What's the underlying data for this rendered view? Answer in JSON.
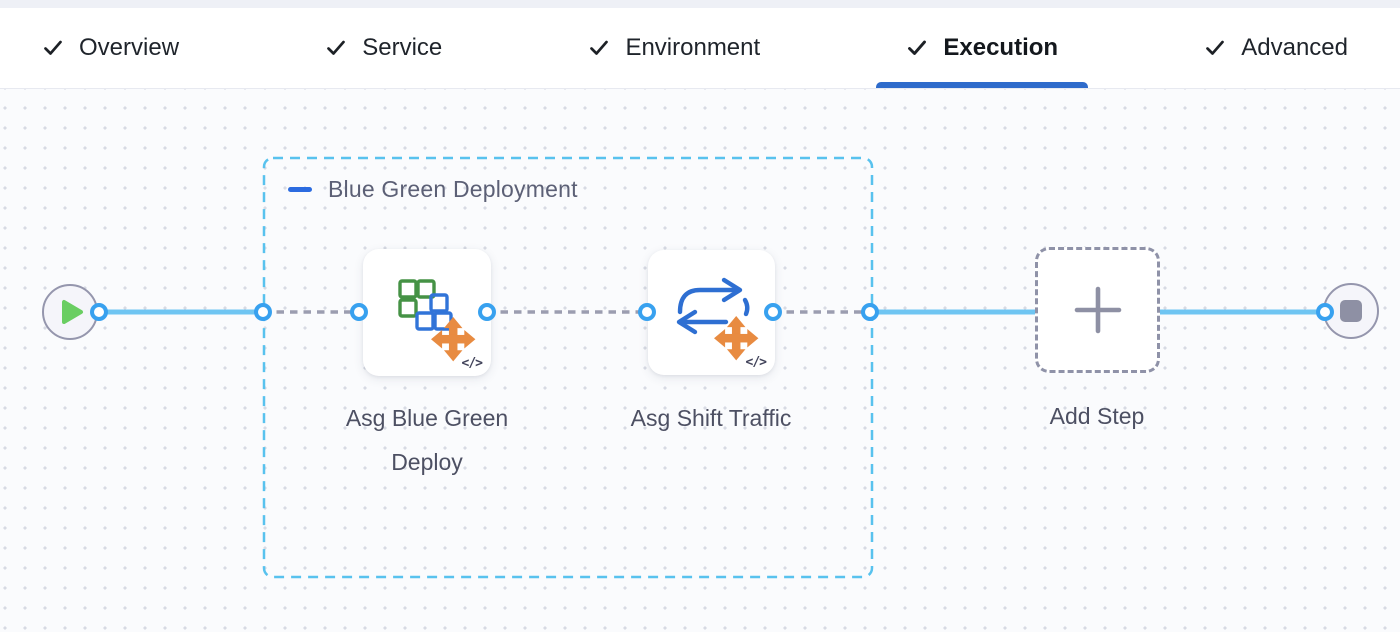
{
  "tabs": {
    "items": [
      {
        "label": "Overview"
      },
      {
        "label": "Service"
      },
      {
        "label": "Environment"
      },
      {
        "label": "Execution"
      },
      {
        "label": "Advanced"
      }
    ]
  },
  "pipeline": {
    "group_label": "Blue Green Deployment",
    "steps": [
      {
        "name": "Asg Blue Green Deploy"
      },
      {
        "name": "Asg Shift Traffic"
      }
    ],
    "add_step_label": "Add Step",
    "code_glyph": "</>"
  },
  "colors": {
    "accent_blue": "#2e6bcb",
    "link_line_blue": "#6fc5f2",
    "port_blue": "#38a1ef",
    "group_border_cyan": "#58c2ee",
    "connector_gray": "#9b9db0",
    "node_border_gray": "#9596ad",
    "play_green": "#6ace62",
    "move_arrows_orange": "#e88b41",
    "icon_square_green": "#459245",
    "icon_square_blue": "#3174d8"
  }
}
